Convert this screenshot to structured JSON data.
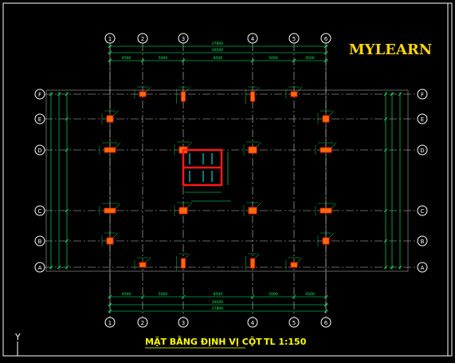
{
  "brand": "MYLEARN",
  "drawing_title": "MẶT BẰNG ĐỊNH VỊ CỘT",
  "scale_label": "TL 1:150",
  "axis_y_label": "Y",
  "grid": {
    "columns": [
      "1",
      "2",
      "3",
      "4",
      "5",
      "6"
    ],
    "rows": [
      "F",
      "E",
      "D",
      "C",
      "B",
      "A"
    ]
  },
  "dimensions": {
    "overall_outer": "27800",
    "overall_inner": "26500",
    "spans": [
      "4500",
      "5000",
      "8500",
      "5000",
      "4500"
    ]
  },
  "colors": {
    "background": "#000000",
    "grid_line": "#c8c8c8",
    "dimension": "#00ff66",
    "column_fill": "#ff6a00",
    "highlight": "#ff1a1a",
    "brand": "#ffd700",
    "title": "#ffff00",
    "bubble": "#ffffff"
  }
}
